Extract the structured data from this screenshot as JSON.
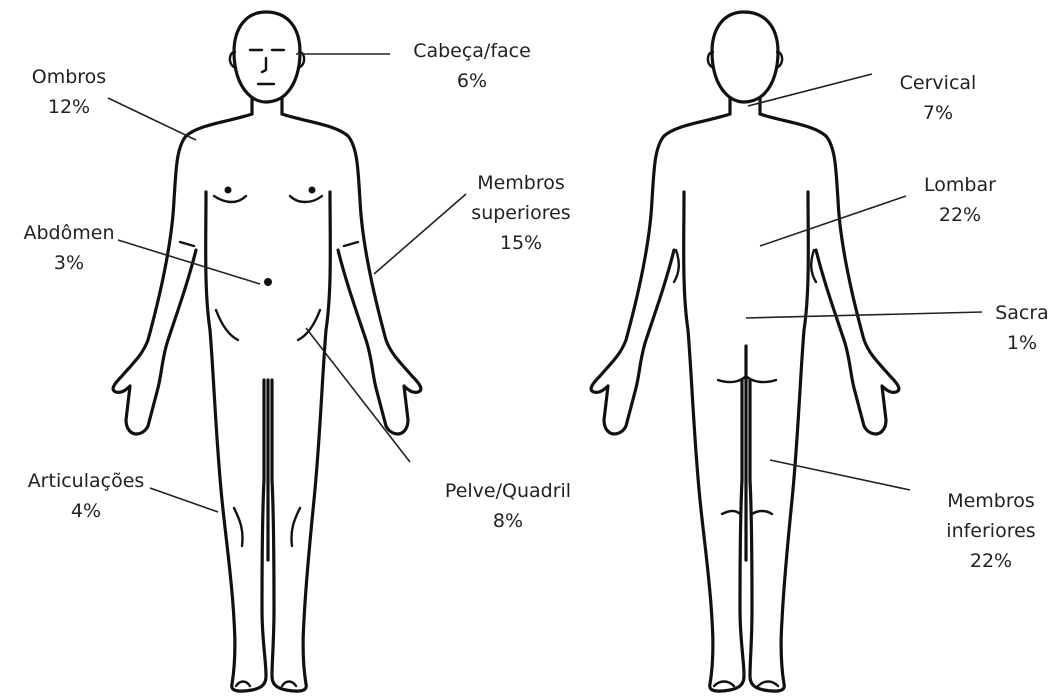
{
  "labels": {
    "cabeca": {
      "name": "Cabeça/face",
      "pct": "6%"
    },
    "ombros": {
      "name": "Ombros",
      "pct": "12%"
    },
    "membros_superiores": {
      "name1": "Membros",
      "name2": "superiores",
      "pct": "15%"
    },
    "abdomen": {
      "name": "Abdômen",
      "pct": "3%"
    },
    "articulacoes": {
      "name": "Articulações",
      "pct": "4%"
    },
    "pelve": {
      "name": "Pelve/Quadril",
      "pct": "8%"
    },
    "cervical": {
      "name": "Cervical",
      "pct": "7%"
    },
    "lombar": {
      "name": "Lombar",
      "pct": "22%"
    },
    "sacra": {
      "name": "Sacra",
      "pct": "1%"
    },
    "membros_inferiores": {
      "name1": "Membros",
      "name2": "inferiores",
      "pct": "22%"
    }
  }
}
